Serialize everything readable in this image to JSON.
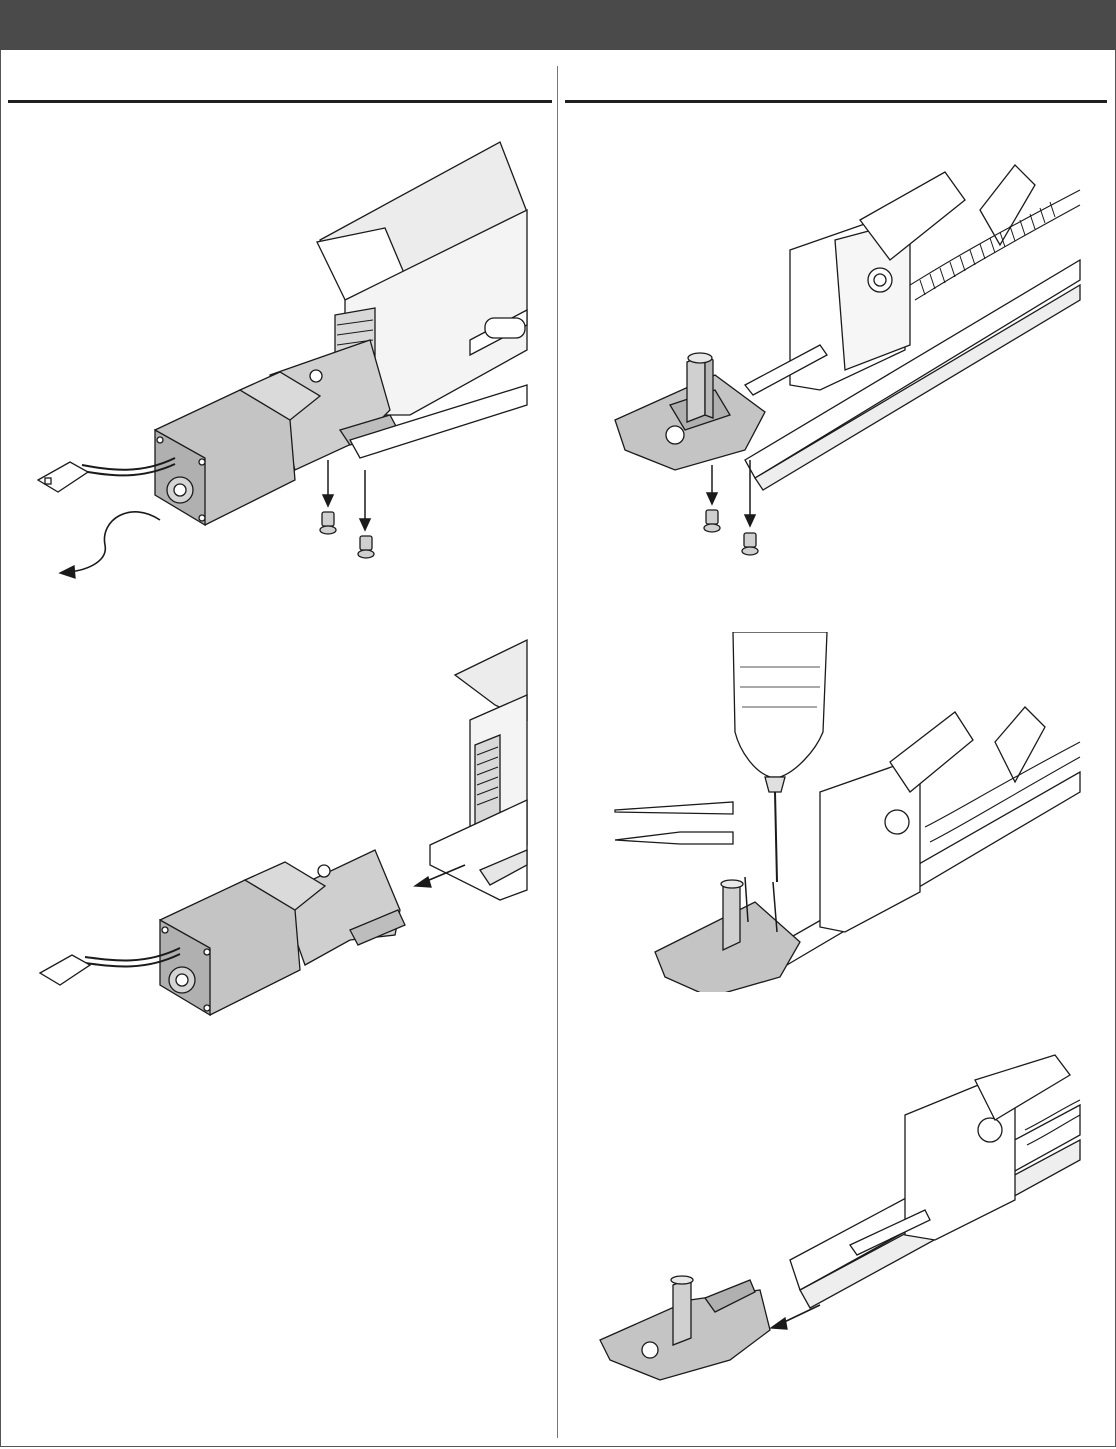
{
  "colors": {
    "header_bar": "#4a4a4a",
    "line_art": "#1a1a1a",
    "part_fill": "#c9c9c9",
    "part_fill_light": "#e6e6e6"
  },
  "header": {
    "title": ""
  },
  "left_column": {
    "heading": "",
    "steps": [
      {
        "illustration": "remove-motor-screws",
        "text": ""
      },
      {
        "illustration": "slide-motor-out",
        "text": ""
      }
    ]
  },
  "right_column": {
    "heading": "",
    "steps": [
      {
        "illustration": "remove-spindle-screws",
        "text": ""
      },
      {
        "illustration": "drill-out-rivets",
        "text": ""
      },
      {
        "illustration": "slide-spindle-bracket-out",
        "text": ""
      }
    ]
  }
}
